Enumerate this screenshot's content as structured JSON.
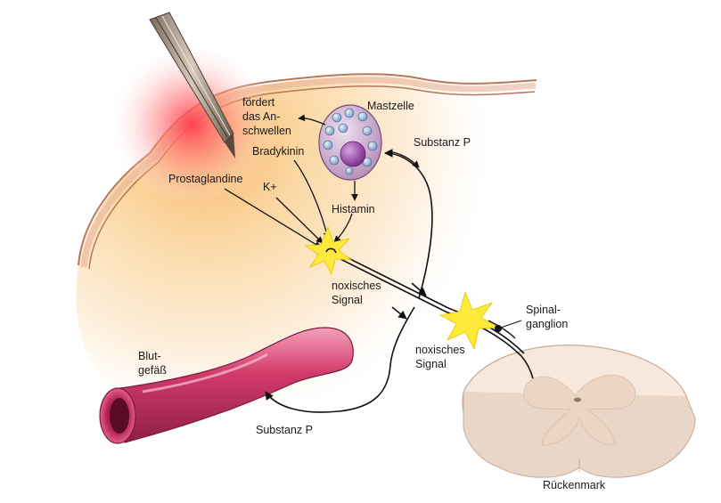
{
  "labels": {
    "foerdert_1": "fördert",
    "foerdert_2": "das An-",
    "foerdert_3": "schwellen",
    "mastzelle": "Mastzelle",
    "bradykinin": "Bradykinin",
    "substanz_p_top": "Substanz P",
    "prostaglandine": "Prostaglandine",
    "kplus": "K+",
    "histamin": "Histamin",
    "noxisches_signal_1a": "noxisches",
    "noxisches_signal_1b": "Signal",
    "spinalganglion_a": "Spinal-",
    "spinalganglion_b": "ganglion",
    "noxisches_signal_2a": "noxisches",
    "noxisches_signal_2b": "Signal",
    "blutgefaess_a": "Blut-",
    "blutgefaess_b": "gefäß",
    "substanz_p_bottom": "Substanz P",
    "rueckenmark": "Rückenmark"
  },
  "colors": {
    "skin_edge": "#b9765a",
    "tissue_warm": "#f6c27e",
    "injury_glow": "#ff4a5a",
    "vessel": "#d23a6a",
    "mast_cell": "#c9a7c9",
    "nucleus": "#8e3c9c",
    "granule": "#8fb4d8",
    "spark": "#ffe93a",
    "spinal_cord": "#f5e6d8"
  }
}
